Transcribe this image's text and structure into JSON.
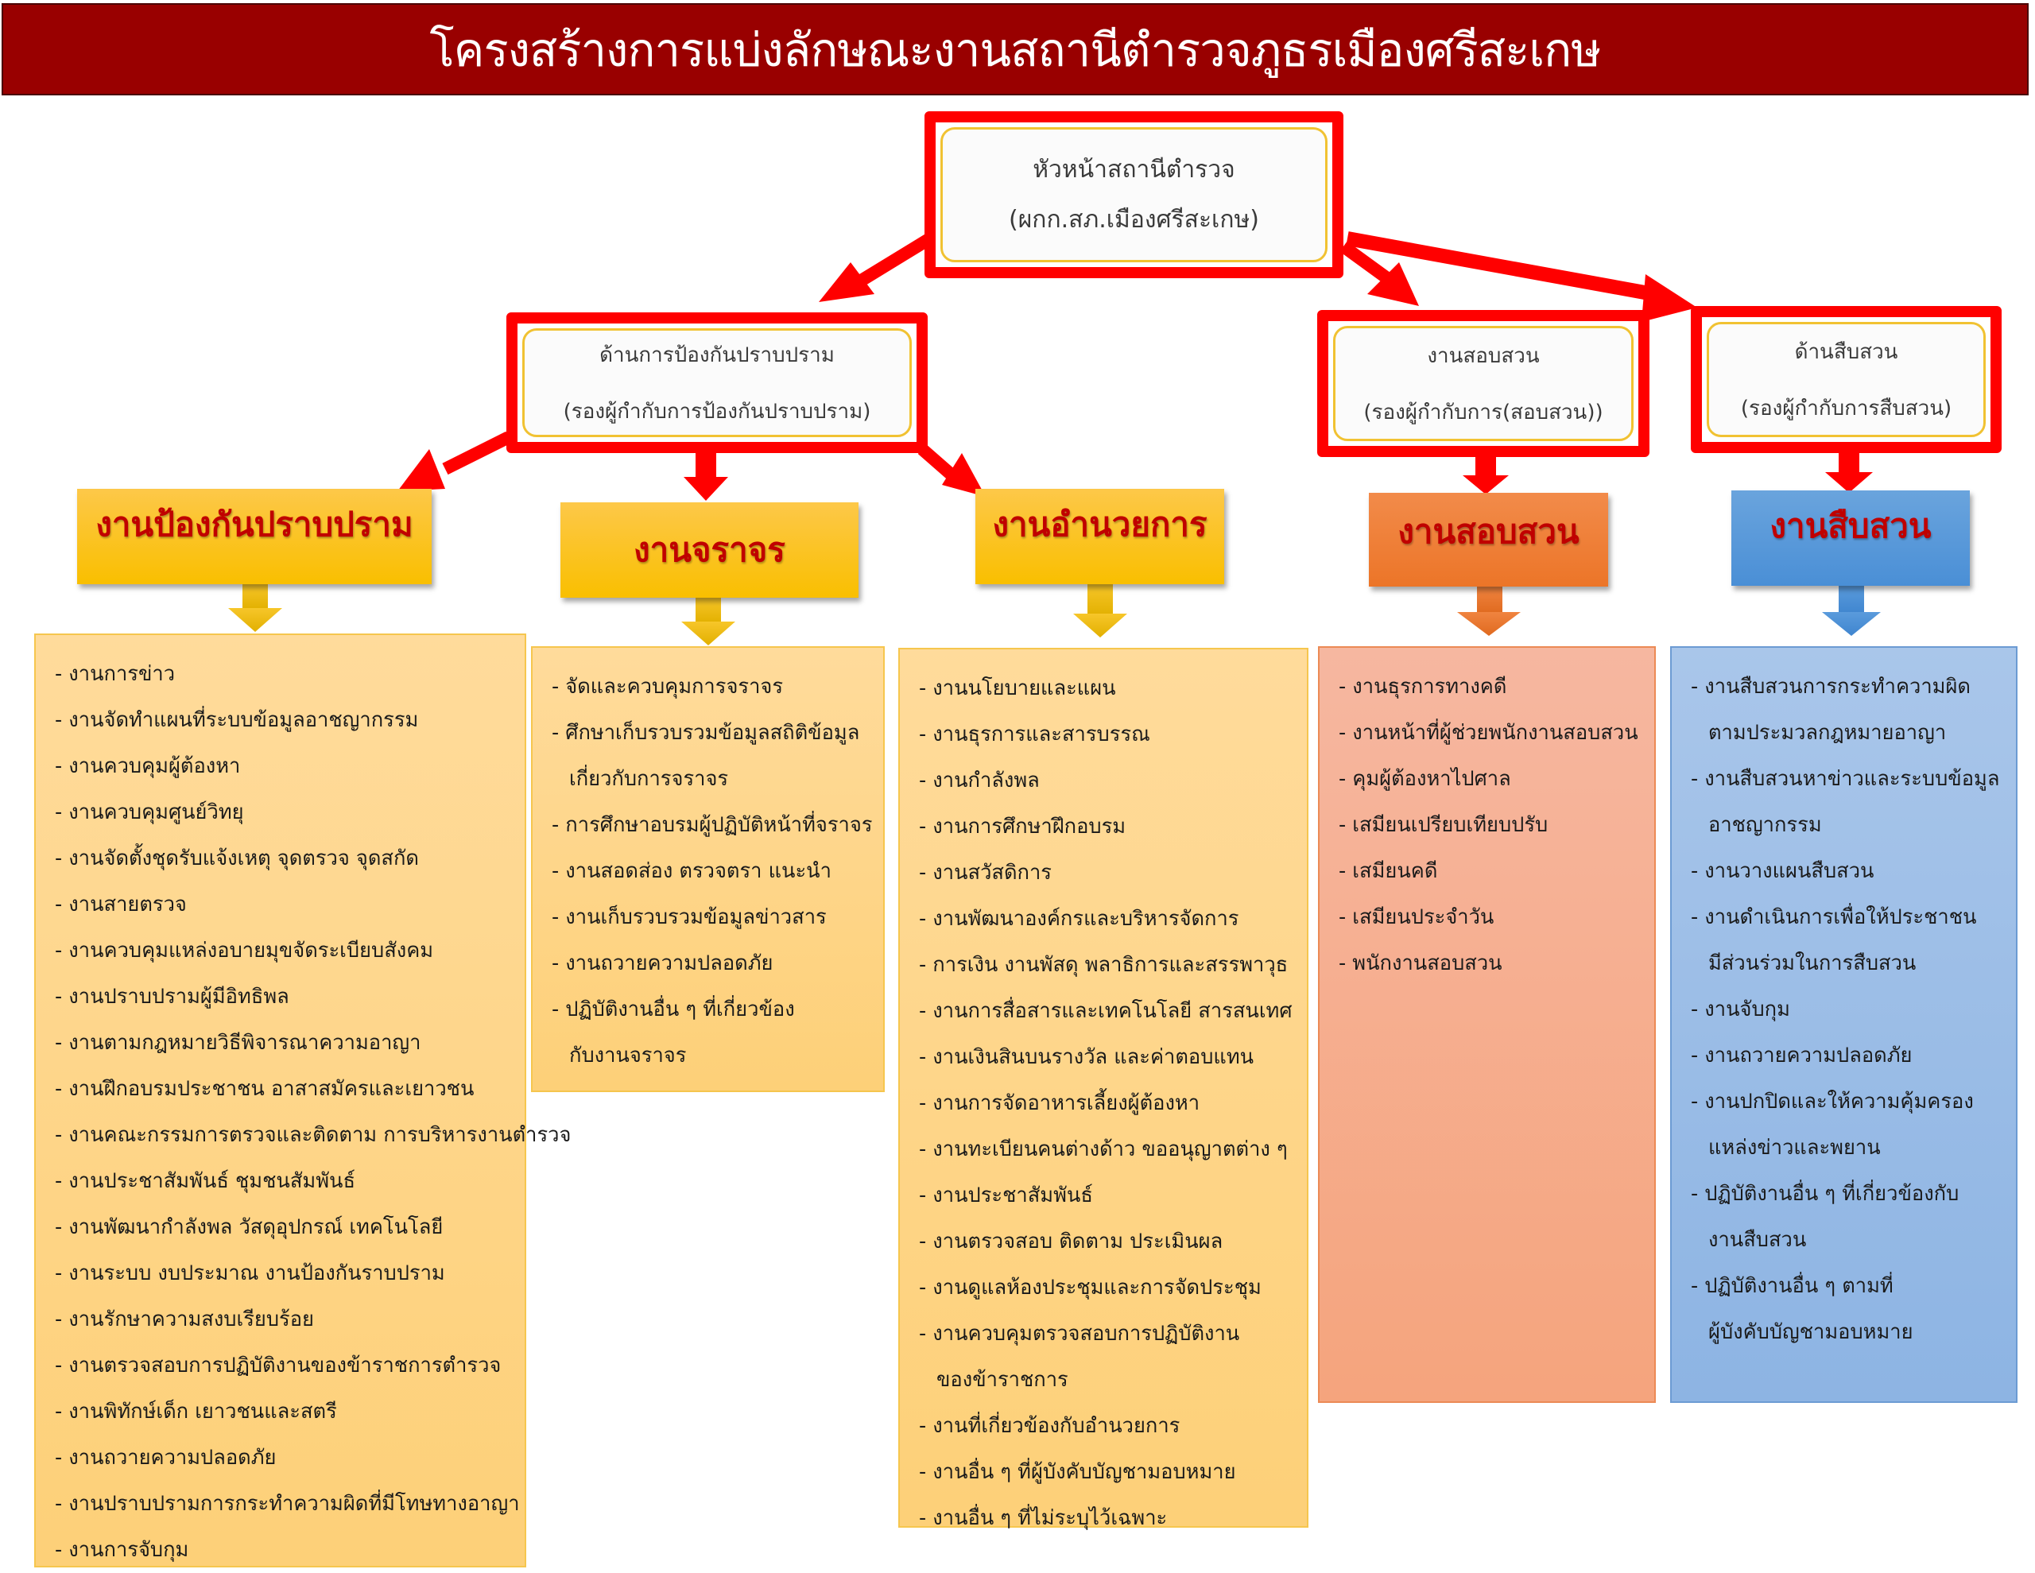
{
  "title": "โครงสร้างการแบ่งลักษณะงานสถานีตำรวจภูธรเมืองศรีสะเกษ",
  "colors": {
    "title_bg": "#990000",
    "connector_red": "#ff0000",
    "header_text": "#c00000",
    "yellow": "#fdc849",
    "orange": "#ef7f37",
    "blue": "#5b9bd9"
  },
  "head": {
    "line1": "หัวหน้าสถานีตำรวจ",
    "line2": "(ผกก.สภ.เมืองศรีสะเกษ)"
  },
  "deputies": [
    {
      "line1": "ด้านการป้องกันปราบปราม",
      "line2": "(รองผู้กำกับการป้องกันปราบปราม)"
    },
    {
      "line1": "งานสอบสวน",
      "line2": "(รองผู้กำกับการ(สอบสวน))"
    },
    {
      "line1": "ด้านสืบสวน",
      "line2": "(รองผู้กำกับการสืบสวน)"
    }
  ],
  "units": [
    {
      "title": "งานป้องกันปราบปราม",
      "color": "yellow",
      "items": [
        "- งานการข่าว",
        "- งานจัดทำแผนที่ระบบข้อมูลอาชญากรรม",
        "- งานควบคุมผู้ต้องหา",
        "- งานควบคุมศูนย์วิทยุ",
        "- งานจัดตั้งชุดรับแจ้งเหตุ จุดตรวจ จุดสกัด",
        "- งานสายตรวจ",
        "- งานควบคุมแหล่งอบายมุขจัดระเบียบสังคม",
        "- งานปราบปรามผู้มีอิทธิพล",
        "- งานตามกฎหมายวิธีพิจารณาความอาญา",
        "- งานฝึกอบรมประชาชน อาสาสมัครและเยาวชน",
        "- งานคณะกรรมการตรวจและติดตาม การบริหารงานตำรวจ",
        "- งานประชาสัมพันธ์ ชุมชนสัมพันธ์",
        "- งานพัฒนากำลังพล วัสดุอุปกรณ์ เทคโนโลยี",
        "- งานระบบ งบประมาณ งานป้องกันราบปราม",
        "- งานรักษาความสงบเรียบร้อย",
        "- งานตรวจสอบการปฏิบัติงานของข้าราชการตำรวจ",
        "- งานพิทักษ์เด็ก เยาวชนและสตรี",
        "- งานถวายความปลอดภัย",
        "- งานปราบปรามการกระทำความผิดที่มีโทษทางอาญา",
        "- งานการจับกุม"
      ]
    },
    {
      "title": "งานจราจร",
      "color": "yellow",
      "items": [
        "- จัดและควบคุมการจราจร",
        "- ศึกษาเก็บรวบรวมข้อมูลสถิติข้อมูล",
        "เกี่ยวกับการจราจร",
        "- การศึกษาอบรมผู้ปฏิบัติหน้าที่จราจร",
        "- งานสอดส่อง ตรวจตรา แนะนำ",
        "- งานเก็บรวบรวมข้อมูลข่าวสาร",
        "- งานถวายความปลอดภัย",
        "- ปฏิบัติงานอื่น ๆ ที่เกี่ยวข้อง",
        "กับงานจราจร"
      ]
    },
    {
      "title": "งานอำนวยการ",
      "color": "yellow",
      "items": [
        "- งานนโยบายและแผน",
        "- งานธุรการและสารบรรณ",
        "- งานกำลังพล",
        "- งานการศึกษาฝึกอบรม",
        "- งานสวัสดิการ",
        "- งานพัฒนาองค์กรและบริหารจัดการ",
        "- การเงิน งานพัสดุ พลาธิการและสรรพาวุธ",
        "- งานการสื่อสารและเทคโนโลยี  สารสนเทศ",
        "- งานเงินสินบนรางวัล และค่าตอบแทน",
        "- งานการจัดอาหารเลี้ยงผู้ต้องหา",
        "- งานทะเบียนคนต่างด้าว ขออนุญาตต่าง ๆ",
        "- งานประชาสัมพันธ์",
        "- งานตรวจสอบ ติดตาม ประเมินผล",
        "- งานดูแลห้องประชุมและการจัดประชุม",
        "- งานควบคุมตรวจสอบการปฏิบัติงาน",
        "ของข้าราชการ",
        "- งานที่เกี่ยวข้องกับอำนวยการ",
        "- งานอื่น ๆ ที่ผู้บังคับบัญชามอบหมาย",
        "- งานอื่น ๆ ที่ไม่ระบุไว้เฉพาะ"
      ]
    },
    {
      "title": "งานสอบสวน",
      "color": "orange",
      "items": [
        "- งานธุรการทางคดี",
        "- งานหน้าที่ผู้ช่วยพนักงานสอบสวน",
        "- คุมผู้ต้องหาไปศาล",
        "- เสมียนเปรียบเทียบปรับ",
        "- เสมียนคดี",
        "- เสมียนประจำวัน",
        "- พนักงานสอบสวน"
      ]
    },
    {
      "title": "งานสืบสวน",
      "color": "blue",
      "items": [
        "- งานสืบสวนการกระทำความผิด",
        "ตามประมวลกฎหมายอาญา",
        "- งานสืบสวนหาข่าวและระบบข้อมูล",
        "อาชญากรรม",
        "- งานวางแผนสืบสวน",
        "- งานดำเนินการเพื่อให้ประชาชน",
        "มีส่วนร่วมในการสืบสวน",
        "- งานจับกุม",
        "- งานถวายความปลอดภัย",
        "- งานปกปิดและให้ความคุ้มครอง",
        "แหล่งข่าวและพยาน",
        "- ปฏิบัติงานอื่น ๆ ที่เกี่ยวข้องกับ",
        "งานสืบสวน",
        "- ปฏิบัติงานอื่น ๆ ตามที่",
        "ผู้บังคับบัญชามอบหมาย"
      ]
    }
  ]
}
